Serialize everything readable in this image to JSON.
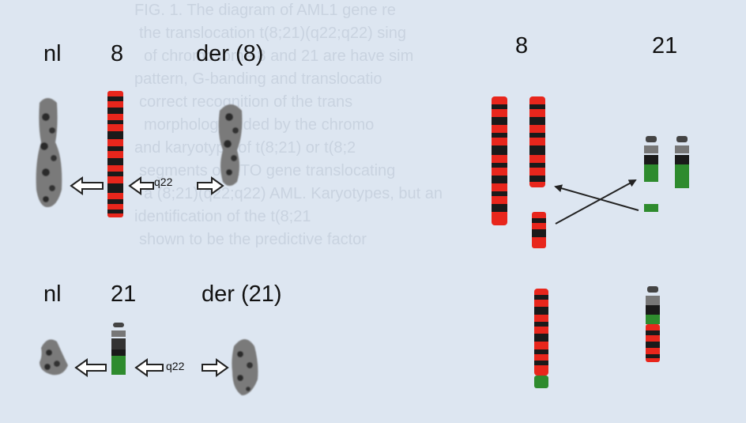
{
  "background_text_lines": [
    "FIG. 1. The diagram of AML1 gene re",
    "the translocation t(8;21)(q22;q22) sing",
    "of chromosome 8 and 21 are have sim",
    "pattern, G-banding and translocatio",
    "correct recognition of the trans",
    "morphology aided by the chromo",
    "and karyotype of t(8;21) or t(8;2",
    "segments of ETO gene translocating",
    "a (8;21)(q22;q22) AML. Karyotypes, but an",
    "identification of the t(8;21",
    "shown to be the predictive factor"
  ],
  "left_panel": {
    "top_row": {
      "labels": {
        "normal": "nl",
        "chromosome": "8",
        "derivative": "der (8)"
      },
      "band": "q22"
    },
    "bottom_row": {
      "labels": {
        "normal": "nl",
        "chromosome": "21",
        "derivative": "der (21)"
      },
      "band": "q22"
    }
  },
  "right_panel": {
    "labels": {
      "chromosome_a": "8",
      "chromosome_b": "21"
    }
  },
  "colors": {
    "chr8_band_red": "#e8261c",
    "chr8_band_dark": "#1a1a1a",
    "chr21_band_green": "#2e8b2e",
    "arrow": "#222222",
    "background": "#dde6f1"
  }
}
